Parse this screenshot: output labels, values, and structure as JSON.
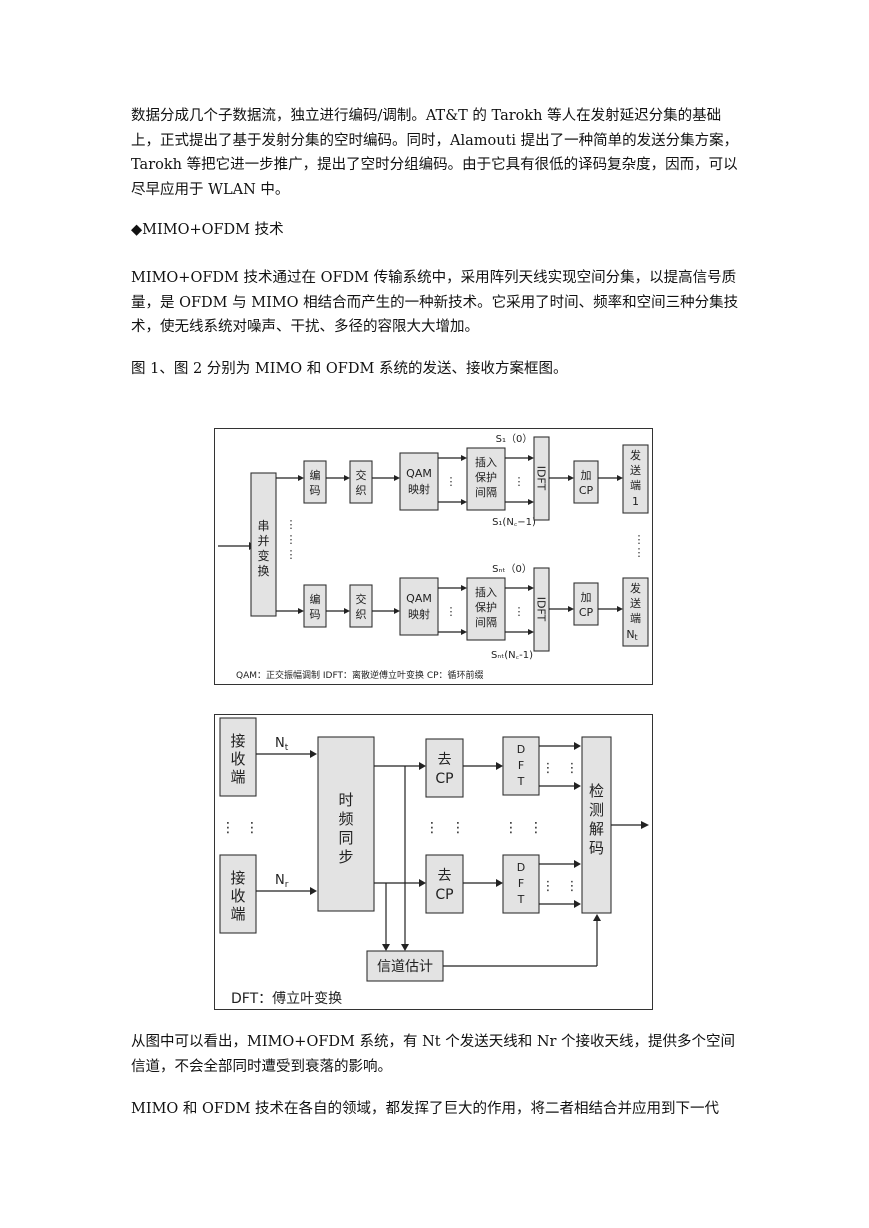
{
  "paragraphs": {
    "p1": "数据分成几个子数据流，独立进行编码/调制。AT&T 的 Tarokh 等人在发射延迟分集的基础上，正式提出了基于发射分集的空时编码。同时，Alamouti 提出了一种简单的发送分集方案，Tarokh 等把它进一步推广，提出了空时分组编码。由于它具有很低的译码复杂度，因而，可以尽早应用于 WLAN 中。",
    "heading": "◆MIMO+OFDM 技术",
    "p2": "MIMO+OFDM 技术通过在 OFDM 传输系统中，采用阵列天线实现空间分集，以提高信号质量，是 OFDM 与 MIMO 相结合而产生的一种新技术。它采用了时间、频率和空间三种分集技术，使无线系统对噪声、干扰、多径的容限大大增加。",
    "p3": "图 1、图 2 分别为 MIMO 和 OFDM 系统的发送、接收方案框图。",
    "p4": "从图中可以看出，MIMO+OFDM 系统，有 Nt 个发送天线和 Nr 个接收天线，提供多个空间信道，不会全部同时遭受到衰落的影响。",
    "p5": "MIMO 和 OFDM 技术在各自的领域，都发挥了巨大的作用，将二者相结合并应用到下一代"
  },
  "fig1": {
    "serial_parallel": "串并变换",
    "encode": "编码",
    "interleave": "交织",
    "qam_line1": "QAM",
    "qam_line2": "映射",
    "guard_line1": "插入",
    "guard_line2": "保护",
    "guard_line3": "间隔",
    "idft": "IDFT",
    "add_cp_line1": "加",
    "add_cp_line2": "CP",
    "tx1": "发送端1",
    "txn_base": "发送端",
    "txn_sub": "Nt",
    "s1_top": "S₁（0）",
    "s1_bottom": "S₁(N꜀−1)",
    "snt_top": "Sₙₜ（0）",
    "snt_bottom": "Sₙₜ(N꜀-1)",
    "caption": "QAM：正交振幅调制 IDFT：离散逆傅立叶变换 CP：循环前缀"
  },
  "fig2": {
    "rx": "接收端",
    "nt_label": "Nt",
    "nr_label": "Nr",
    "sync": "时频同步",
    "remove_cp_line1": "去",
    "remove_cp_line2": "CP",
    "dft": "DFT",
    "detect": "检测解码",
    "channel_est": "信道估计",
    "caption": "DFT：傅立叶变换"
  }
}
